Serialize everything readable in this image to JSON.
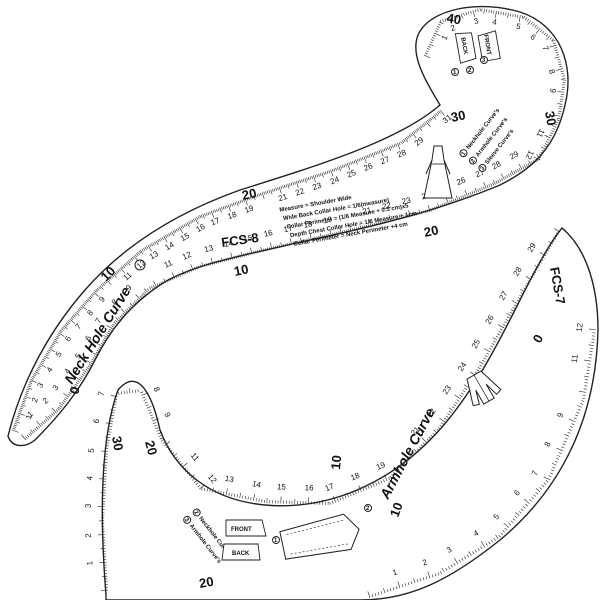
{
  "fcs8": {
    "model": "FCS-8",
    "title": "Neck Hole Curve",
    "formulas": [
      "Measure = Shoulder Wide",
      "Wide Back Collar Hole = 1/6(measure)",
      "Collar Perimeter = (1/6 Measure + 0.5 cm)x5",
      "Depth Chest Collar Hole = 1/6 Measure + 1cm",
      "Collar Perimeter = Neck Perimeter +4 cm"
    ],
    "legend": [
      "Neckhole Curve's",
      "Armhole Curve's",
      "Sleeve Curve's"
    ],
    "legend_nums": [
      "1",
      "2",
      "3"
    ],
    "back_label": "BACK",
    "front_label": "FRONT",
    "tag_nums": [
      "1",
      "2",
      "3"
    ],
    "scale_outer_max": 44,
    "scale_inner_max": 31
  },
  "fcs7": {
    "model": "FCS-7",
    "title": "Armhole Curve",
    "legend": [
      "Neckhole Curve's",
      "Armhole Curve's"
    ],
    "legend_nums": [
      "2",
      "3"
    ],
    "back_label": "BACK",
    "front_label": "FRONT",
    "tag_nums": [
      "1",
      "2"
    ],
    "scale_outer_max": 30,
    "scale_inner_max": 30
  }
}
